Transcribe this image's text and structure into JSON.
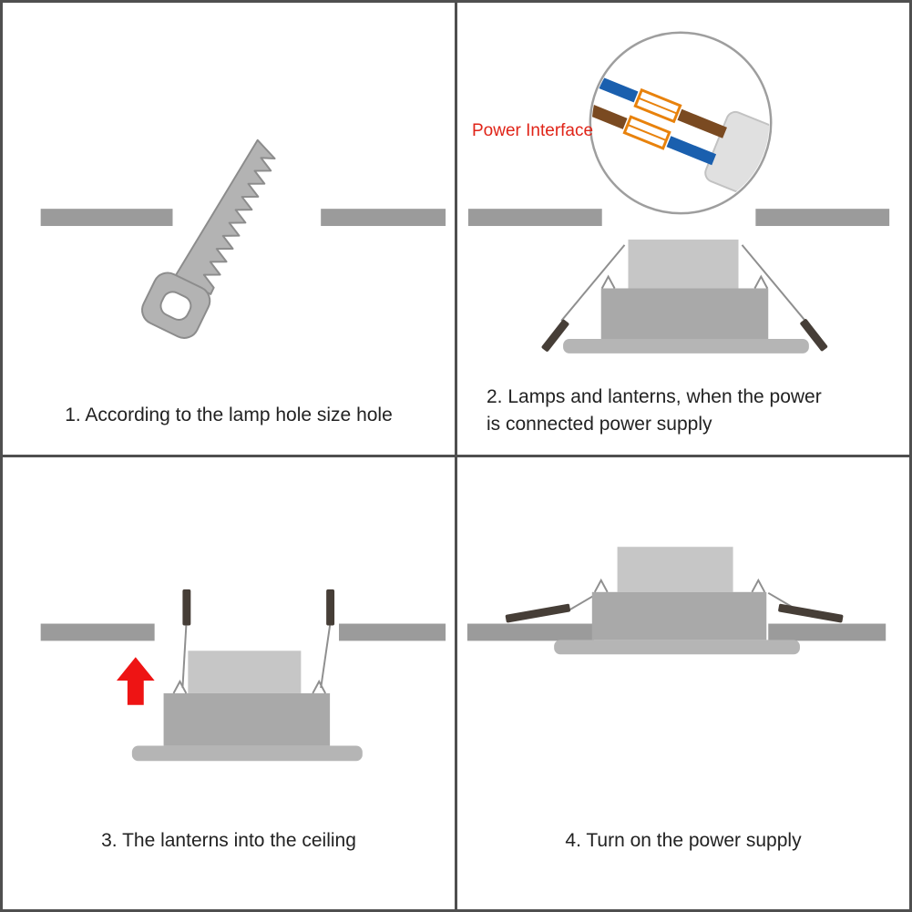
{
  "steps": [
    {
      "caption": "1. According to the lamp hole size hole",
      "illustration": "saw-cutting-ceiling-hole"
    },
    {
      "caption": "2. Lamps and lanterns, when the power\nis connected power supply",
      "label": "Power Interface",
      "illustration": "wire-connection-magnified"
    },
    {
      "caption": "3. The lanterns into the ceiling",
      "illustration": "lamp-pushed-up-into-ceiling"
    },
    {
      "caption": "4. Turn on the power supply",
      "illustration": "lamp-installed-flush"
    }
  ],
  "colors": {
    "accent_red": "#e8160c",
    "ceiling_gray": "#9b9b9b",
    "lamp_body_gray": "#a9a9a9",
    "driver_box_gray": "#c6c6c6",
    "flange_gray": "#b5b5b5",
    "clip_dark": "#463e37",
    "wire_blue": "#1a5fae",
    "wire_brown": "#7a4a21",
    "connector_orange": "#e8820c",
    "border_gray": "#4f4f4f"
  }
}
